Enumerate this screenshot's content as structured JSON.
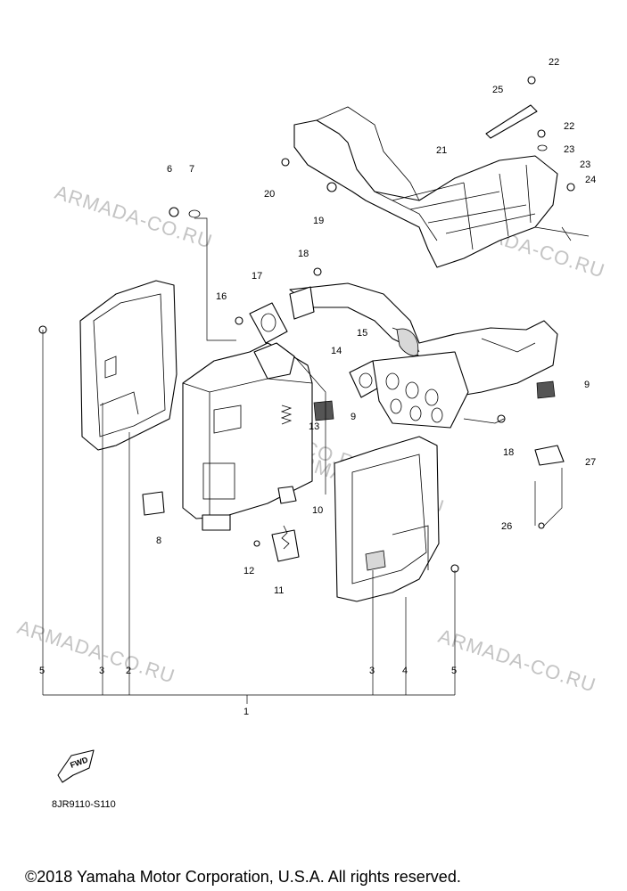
{
  "diagram": {
    "part_numbers": {
      "p1": "1",
      "p2": "2",
      "p3a": "3",
      "p3b": "3",
      "p4": "4",
      "p5a": "5",
      "p5b": "5",
      "p6": "6",
      "p7": "7",
      "p8": "8",
      "p9a": "9",
      "p9b": "9",
      "p10": "10",
      "p11": "11",
      "p12": "12",
      "p13": "13",
      "p14": "14",
      "p15": "15",
      "p16": "16",
      "p17": "17",
      "p18a": "18",
      "p18b": "18",
      "p19": "19",
      "p20": "20",
      "p21": "21",
      "p22a": "22",
      "p22b": "22",
      "p23a": "23",
      "p23b": "23",
      "p24": "24",
      "p25": "25",
      "p26": "26",
      "p27": "27"
    },
    "watermarks": [
      "ARMADA-CO.RU",
      "ARMADA-CO.RU",
      "ARMADA-CO.RU",
      "ARMADA-CO.RU",
      "ARMADA-CO.RU",
      "ARMADA-CO.RU"
    ],
    "fwd_label": "FWD",
    "diagram_code": "8JR9110-S110",
    "copyright": "©2018 Yamaha Motor Corporation, U.S.A. All rights reserved."
  }
}
